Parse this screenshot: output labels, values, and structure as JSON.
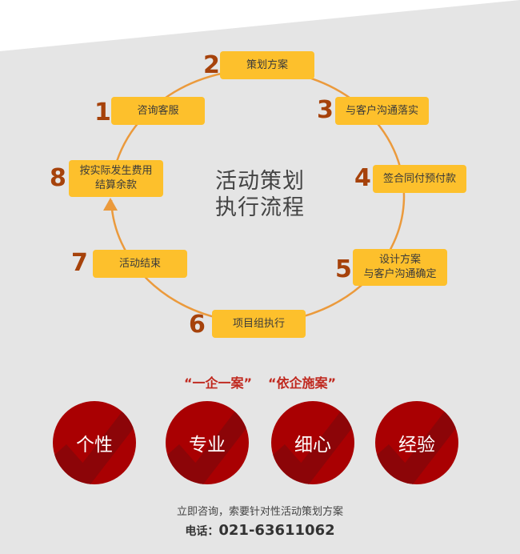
{
  "title": {
    "line1": "活动策划",
    "line2": "执行流程"
  },
  "steps": [
    {
      "num": "1",
      "label": "咨询客服"
    },
    {
      "num": "2",
      "label": "策划方案"
    },
    {
      "num": "3",
      "label": "与客户沟通落实"
    },
    {
      "num": "4",
      "label": "签合同付预付款"
    },
    {
      "num": "5",
      "label_line1": "设计方案",
      "label_line2": "与客户沟通确定"
    },
    {
      "num": "6",
      "label": "项目组执行"
    },
    {
      "num": "7",
      "label": "活动结束"
    },
    {
      "num": "8",
      "label_line1": "按实际发生费用",
      "label_line2": "结算余款"
    }
  ],
  "slogans": [
    "“一企一案”",
    "“依企施案”"
  ],
  "badges": [
    {
      "label": "个性"
    },
    {
      "label": "专业"
    },
    {
      "label": "细心"
    },
    {
      "label": "经验"
    }
  ],
  "footer": {
    "cta": "立即咨询，索要针对性活动策划方案",
    "phone_label": "电话：",
    "phone": "021-63611062"
  },
  "colors": {
    "box": "#fdc02c",
    "number": "#a6420b",
    "ring": "#eb9a3c",
    "badge": "#a90002",
    "slogan": "#c0281e"
  }
}
